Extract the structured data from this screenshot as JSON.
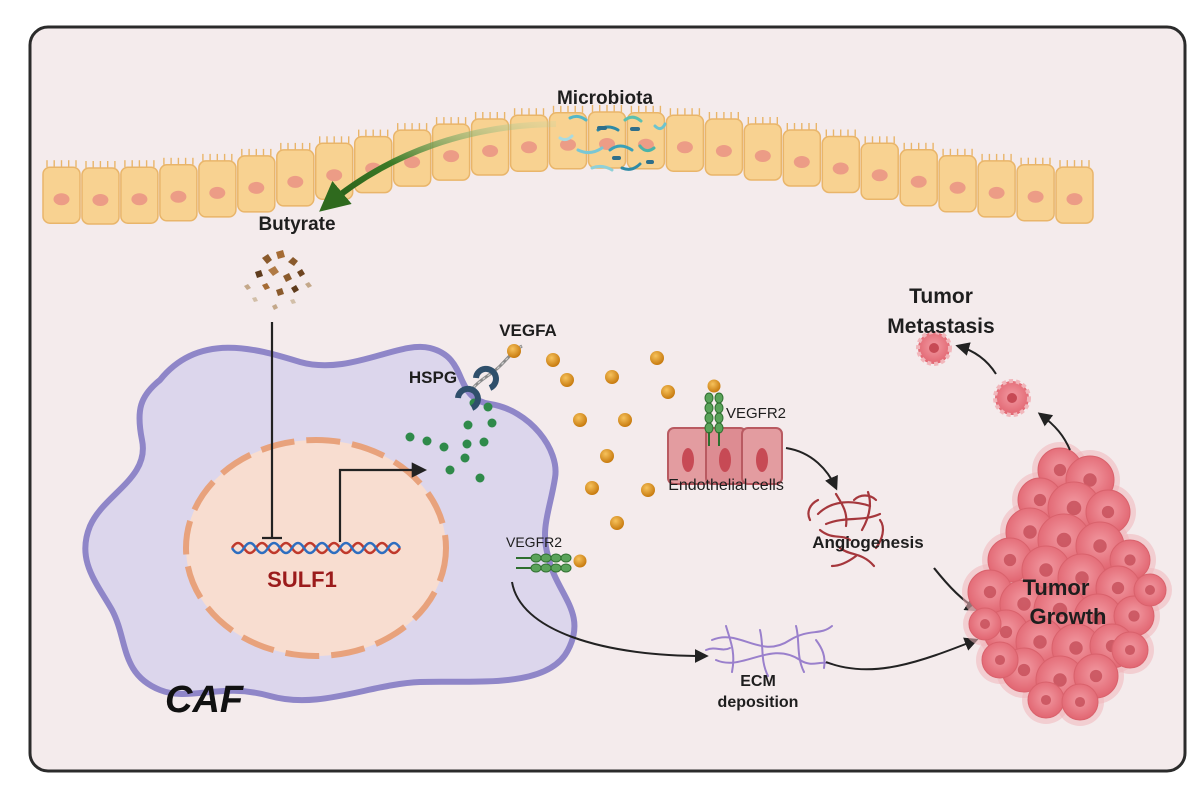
{
  "labels": {
    "microbiota": "Microbiota",
    "butyrate": "Butyrate",
    "vegfa": "VEGFA",
    "hspg": "HSPG",
    "vegfr2_endo": "VEGFR2",
    "endothelial": "Endothelial cells",
    "angiogenesis": "Angiogenesis",
    "vegfr2_caf": "VEGFR2",
    "sulf1": "SULF1",
    "caf": "CAF",
    "ecm_line1": "ECM",
    "ecm_line2": "deposition",
    "metastasis_line1": "Tumor",
    "metastasis_line2": "Metastasis",
    "growth_line1": "Tumor",
    "growth_line2": "Growth"
  },
  "colors": {
    "panel_bg": "#f4ebec",
    "panel_border": "#2b2b2b",
    "epithelium": "#f8d291",
    "epithelium_nucleus": "#ec9c86",
    "caf_fill": "#dcd6ec",
    "caf_border": "#8f86c8",
    "nucleus_fill": "#f8ddd0",
    "nucleus_border": "#e8a27c",
    "sulf1": "#9b1b1b",
    "vegfa_ball": "#e59a1e",
    "green_dots": "#2f8a4a",
    "hspg": "#2f4f6b",
    "endothelial": "#d9777c",
    "tumor": "#ec7c86",
    "microbiota_arrow": "#2f6a1e",
    "vessel": "#a5373c",
    "ecm": "#9a80cc"
  },
  "icons": [
    "bacteria-icon",
    "butyrate-particles-icon",
    "dna-helix-icon",
    "hspg-icon",
    "receptor-icon",
    "vessel-network-icon",
    "ecm-fiber-icon",
    "tumor-cell-icon"
  ]
}
